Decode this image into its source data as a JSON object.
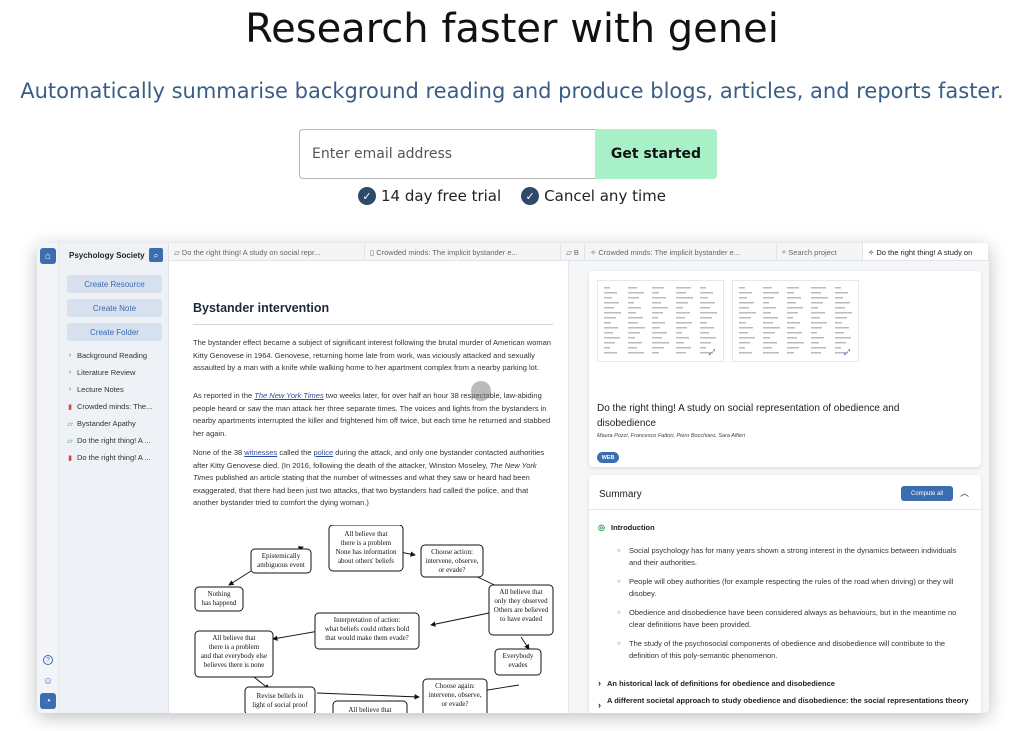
{
  "hero": {
    "title": "Research faster with genei",
    "subtitle": "Automatically summarise background reading and produce blogs, articles, and reports faster.",
    "email_placeholder": "Enter email address",
    "cta_label": "Get started",
    "perks": [
      "14 day free trial",
      "Cancel any time"
    ]
  },
  "app": {
    "project_name": "Psychology Society",
    "buttons": [
      "Create Resource",
      "Create Note",
      "Create Folder"
    ],
    "tree": [
      {
        "label": "Background Reading",
        "icon": "chevron-right-icon"
      },
      {
        "label": "Literature Review",
        "icon": "chevron-right-icon"
      },
      {
        "label": "Lecture Notes",
        "icon": "chevron-right-icon"
      },
      {
        "label": "Crowded minds: The...",
        "icon": "pdf-icon"
      },
      {
        "label": "Bystander Apathy",
        "icon": "note-icon"
      },
      {
        "label": "Do the right thing! A ...",
        "icon": "note-icon"
      },
      {
        "label": "Do the right thing! A ...",
        "icon": "pdf-icon"
      }
    ],
    "tabs": [
      "Do the right thing! A study on social repr...",
      "Crowded minds: The implicit bystander e...",
      "B",
      "Crowded minds: The implicit bystander e...",
      "Search project",
      "Do the right thing! A study on"
    ],
    "document": {
      "title": "Bystander intervention",
      "p1": "The bystander effect became a subject of significant interest following the brutal murder of American woman Kitty Genovese in 1964. Genovese, returning home late from work, was viciously attacked and sexually assaulted by a man with a knife while walking home to her apartment complex from a nearby parking lot.",
      "p2a": "As reported in the ",
      "p2_link": "The New York Times",
      "p2b": " two weeks later, for over half an hour 38 respectable, law-abiding people heard or saw the man attack her three separate times. The voices and lights from the bystanders in nearby apartments interrupted the killer and frightened him off twice, but each time he returned and stabbed her again.",
      "p3a": "None of the 38 ",
      "p3_link1": "witnesses",
      "p3b": " called the ",
      "p3_link2": "police",
      "p3c": " during the attack, and only one bystander contacted authorities after Kitty Genovese died. (In 2016, following the death of the attacker, Winston Moseley, ",
      "p3_italic": "The New York Times",
      "p3d": " published an article stating that the number of witnesses and what they saw or heard had been exaggerated, that there had been just two attacks, that two bystanders had called the police, and that another bystander tried to comfort the dying woman.)",
      "diagram": {
        "n1": [
          "All believe that",
          "there is a problem",
          "None has information",
          "about others' beliefs"
        ],
        "n2": [
          "Epistemically",
          "ambiguous event"
        ],
        "n3": [
          "Choose action:",
          "intervene, observe,",
          "or evade?"
        ],
        "n4": [
          "Nothing",
          "has happend"
        ],
        "n5": [
          "All believe that",
          "only they observed",
          "Others are believed",
          "to have evaded"
        ],
        "n6": [
          "Interpretation of action:",
          "what beliefs could others hold",
          "that would make them evade?"
        ],
        "n7": [
          "All believe that",
          "there is a problem",
          "and that everybody else",
          "believes there is none"
        ],
        "n8": [
          "Everybody",
          "evades"
        ],
        "n9": [
          "Revise beliefs in",
          "light of social proof"
        ],
        "n10": [
          "Choose again:",
          "intervene, observe,",
          "or evade?"
        ],
        "n11": [
          "All believe that"
        ]
      }
    },
    "resource": {
      "title": "Do the right thing! A study on social representation of obedience and disobedience",
      "authors": "Maura Pozzi, Francesco Fattori, Piero Bocchiaro, Sara Alfieri",
      "badge": "WEB"
    },
    "summary": {
      "title": "Summary",
      "compute_label": "Compute all",
      "section1": "Introduction",
      "bullets": [
        "Social psychology has for many years shown a strong interest in the dynamics between individuals and their authorities.",
        "People will obey authorities (for example respecting the rules of the road when driving) or they will disobey.",
        "Obedience and disobedience have been considered always as behaviours, but in the meantime no clear definitions have been provided.",
        "The study of the psychosocial components of obedience and disobedience will contribute to the definition of this poly-semantic phenomenon."
      ],
      "section2": "An historical lack of definitions for obedience and disobedience",
      "section3": "A different societal approach to study obedience and disobedience: the social representations theory"
    }
  }
}
